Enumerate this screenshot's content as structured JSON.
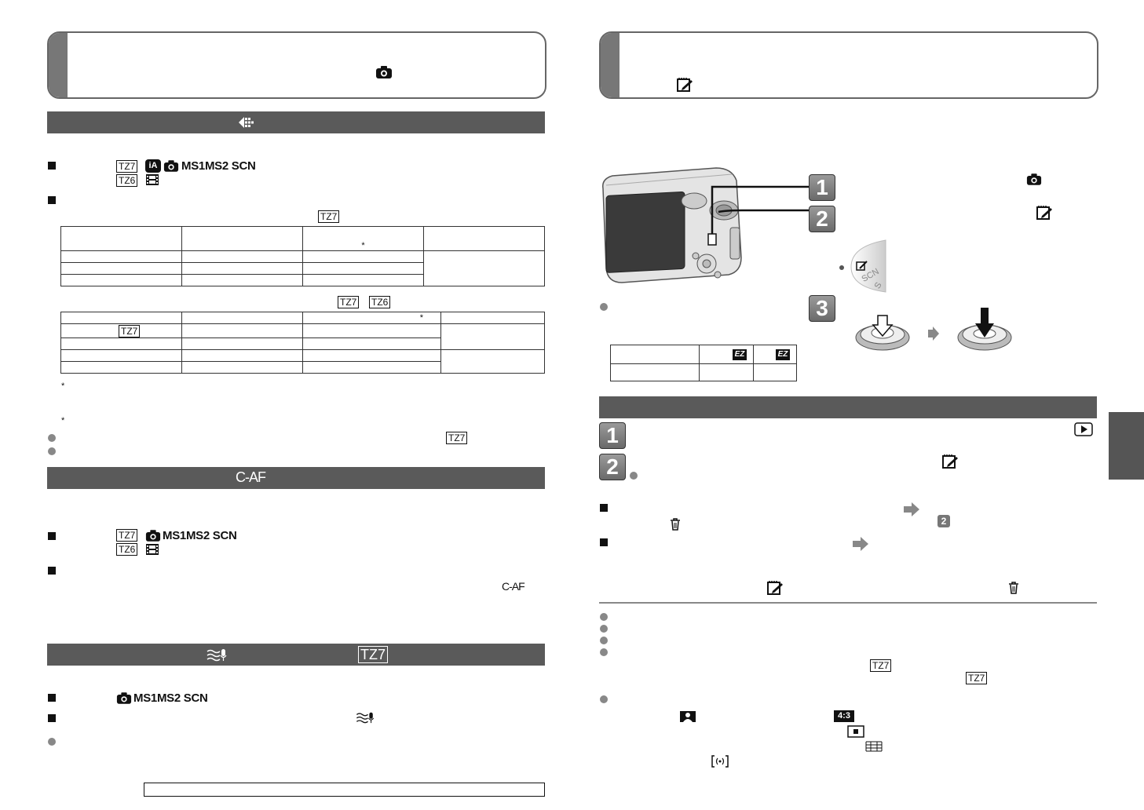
{
  "labels": {
    "tz7": "TZ7",
    "tz6": "TZ6",
    "modes_a": "MS1MS2 SCN",
    "modes_b": "MS1MS2 SCN",
    "modes_c": "MS1MS2 SCN",
    "caf": "C-AF",
    "ia": "iA",
    "scn_dial": "SCN",
    "dial_s": "S",
    "num_1": "1",
    "num_2": "2",
    "num_3": "3",
    "ratio_43": "4:3",
    "num_badge_2": "2",
    "ez": "EZ",
    "star": "*"
  },
  "icons": {
    "camera": "camera-icon",
    "clipboard": "clipboard-icon",
    "stabilizer": "stabilizer-icon",
    "wind": "wind-cut-icon",
    "movie": "movie-icon",
    "trash": "trash-icon",
    "play": "play-icon",
    "arrow": "arrow-right-icon"
  },
  "colors": {
    "bar": "#5a5a5a",
    "tab": "#777777",
    "bullet": "#888888"
  }
}
